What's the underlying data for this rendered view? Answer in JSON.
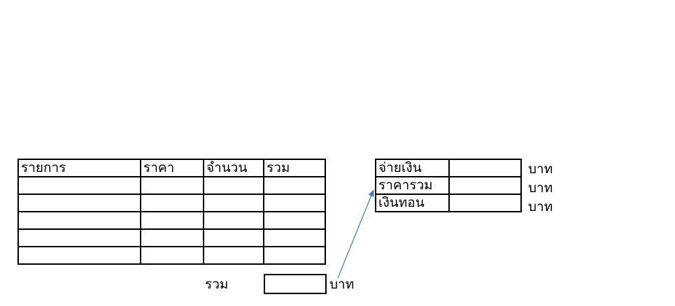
{
  "items_table": {
    "headers": [
      "รายการ",
      "ราคา",
      "จำนวน",
      "รวม"
    ],
    "rows": [
      [
        "",
        "",
        "",
        ""
      ],
      [
        "",
        "",
        "",
        ""
      ],
      [
        "",
        "",
        "",
        ""
      ],
      [
        "",
        "",
        "",
        ""
      ],
      [
        "",
        "",
        "",
        ""
      ]
    ],
    "total_label": "รวม",
    "total_value": "",
    "total_unit": "บาท"
  },
  "payment_table": {
    "rows": [
      {
        "label": "จ่ายเงิน",
        "value": "",
        "unit": "บาท"
      },
      {
        "label": "ราคารวม",
        "value": "",
        "unit": "บาท"
      },
      {
        "label": "เงินทอน",
        "value": "",
        "unit": "บาท"
      }
    ]
  },
  "connector": {
    "color": "#4a7aa8"
  }
}
